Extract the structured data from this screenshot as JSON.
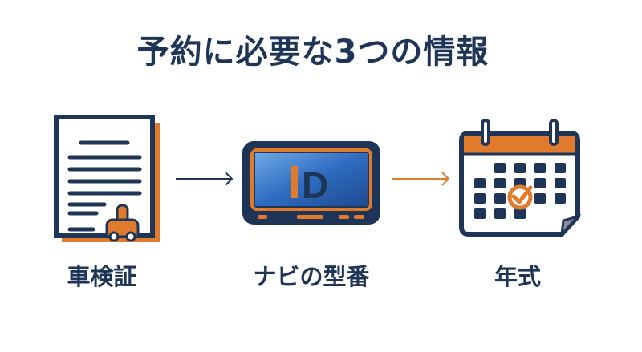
{
  "title": "予約に必要な3つの情報",
  "items": [
    {
      "label": "車検証",
      "icon": "vehicle-certificate-document-icon"
    },
    {
      "label": "ナビの型番",
      "icon": "navigation-screen-icon",
      "screen_text": "ID"
    },
    {
      "label": "年式",
      "icon": "calendar-check-icon"
    }
  ],
  "colors": {
    "navy": "#1e3557",
    "orange": "#e07b2e",
    "screen": "#3a78c4"
  }
}
